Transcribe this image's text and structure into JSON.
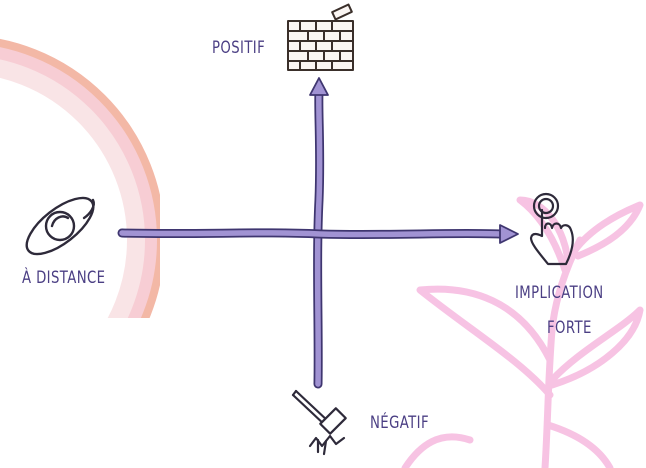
{
  "labels": {
    "top": "POSITIF",
    "bottom": "NÉGATIF",
    "left": "À DISTANCE",
    "right_line1": "IMPLICATION",
    "right_line2": "FORTE"
  },
  "icons": {
    "top": "brick-wall-icon",
    "bottom": "hammer-icon",
    "left": "planet-icon",
    "right": "finger-tap-icon",
    "background_right": "sprout-plant-icon"
  },
  "colors": {
    "axis": "#a193d3",
    "axis_outline": "#3f3670",
    "text": "#4b3f84",
    "plant": "#f6b9df",
    "arc_outer": "#f7d7de",
    "arc_inner": "#f3b8a6"
  }
}
